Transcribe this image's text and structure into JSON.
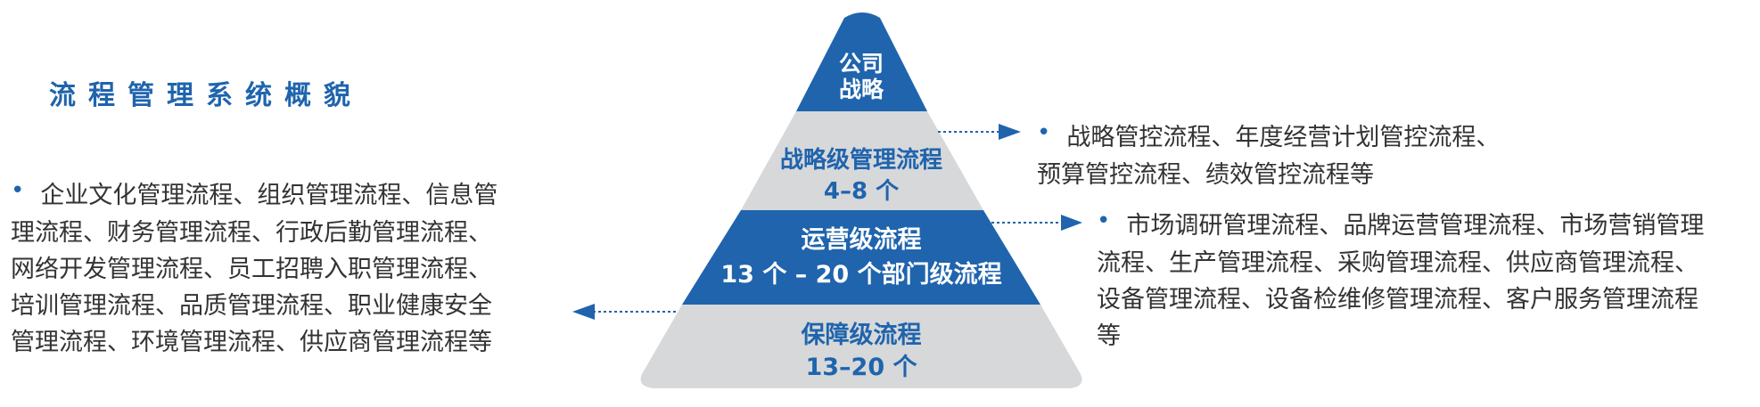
{
  "title": "流程管理系统概貌",
  "pyramid": {
    "apex": {
      "line1": "公司",
      "line2": "战略"
    },
    "strategic": {
      "line1": "战略级管理流程",
      "line2": "4–8 个"
    },
    "operational": {
      "line1": "运营级流程",
      "line2": "13 个 – 20 个部门级流程"
    },
    "support": {
      "line1": "保障级流程",
      "line2": "13–20 个"
    }
  },
  "right_top": {
    "bullet": "•",
    "lines": [
      "战略管控流程、年度经营计划管控流程、",
      "预算管控流程、绩效管控流程等"
    ]
  },
  "right_bottom": {
    "bullet": "•",
    "lines": [
      "市场调研管理流程、品牌运营管理流程、市场营销管理",
      "流程、生产管理流程、采购管理流程、供应商管理流程、",
      "设备管理流程、设备检维修管理流程、客户服务管理流程",
      "等"
    ]
  },
  "left": {
    "bullet": "•",
    "lines": [
      "企业文化管理流程、组织管理流程、信息管",
      "理流程、财务管理流程、行政后勤管理流程、",
      "网络开发管理流程、员工招聘入职管理流程、",
      "培训管理流程、品质管理流程、职业健康安全",
      "管理流程、环境管理流程、供应商管理流程等"
    ]
  },
  "colors": {
    "blue": "#1f64ad",
    "gray": "#d7d8da",
    "text": "#333333"
  }
}
